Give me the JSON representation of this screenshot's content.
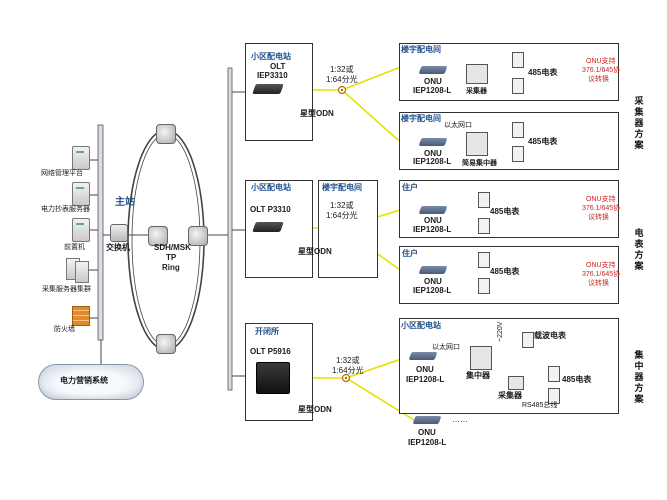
{
  "master": {
    "title": "主站",
    "switch_label": "交换机",
    "servers": [
      {
        "label": "网络管理平台"
      },
      {
        "label": "电力抄表服务器"
      },
      {
        "label": "前置机"
      },
      {
        "label": "采集服务器集群"
      }
    ],
    "firewall_label": "防火墙",
    "cloud_label": "电力营销系统"
  },
  "ring": {
    "line1": "SDH/MSK",
    "line2": "TP",
    "line3": "Ring"
  },
  "collector_scheme": {
    "side_label": "采集器方案",
    "station_title": "小区配电站",
    "olt_line1": "OLT",
    "olt_line2": "IEP3310",
    "split_ratio_1": "1:32或",
    "split_ratio_2": "1:64分光",
    "odn_label": "星型ODN",
    "branches": [
      {
        "title": "楼宇配电间",
        "onu": "ONU",
        "onu_model": "IEP1208-L",
        "collector": "采集器",
        "meter": "485电表",
        "note": [
          "ONU支持",
          "376.1/645协",
          "议转换"
        ]
      },
      {
        "title": "楼宇配电间",
        "ethernet": "以太网口",
        "onu": "ONU",
        "onu_model": "IEP1208-L",
        "collector": "简易集中器",
        "meter": "485电表"
      }
    ]
  },
  "meter_scheme": {
    "side_label": "电表方案",
    "station_title": "小区配电站",
    "olt_label": "OLT P3310",
    "room_title": "楼宇配电间",
    "split_ratio_1": "1:32或",
    "split_ratio_2": "1:64分光",
    "odn_label": "星型ODN",
    "branches": [
      {
        "title": "住户",
        "onu": "ONU",
        "onu_model": "IEP1208-L",
        "meter": "485电表",
        "note": [
          "ONU支持",
          "376.1/645协",
          "议转换"
        ]
      },
      {
        "title": "住户",
        "onu": "ONU",
        "onu_model": "IEP1208-L",
        "meter": "485电表",
        "note": [
          "ONU支持",
          "376.1/645协",
          "议转换"
        ]
      }
    ]
  },
  "concentrator_scheme": {
    "side_label": "集中器方案",
    "station_title": "开闭所",
    "olt_label": "OLT P5916",
    "split_ratio_1": "1:32或",
    "split_ratio_2": "1:64分光",
    "odn_label": "星型ODN",
    "branch": {
      "title": "小区配电站",
      "ethernet": "以太网口",
      "voltage": "~220V",
      "carrier_meter": "载波电表",
      "onu": "ONU",
      "onu_model": "IEP1208-L",
      "concentrator": "集中器",
      "collector": "采集器",
      "meter": "485电表",
      "bus": "RS485总线"
    },
    "extra_onu": "ONU",
    "extra_onu_model": "IEP1208-L",
    "ellipsis": "……"
  },
  "colors": {
    "fiber": "#e8e000",
    "blue_title": "#1f4e8c",
    "note_red": "#d42020",
    "firewall": "#e08a2e"
  }
}
